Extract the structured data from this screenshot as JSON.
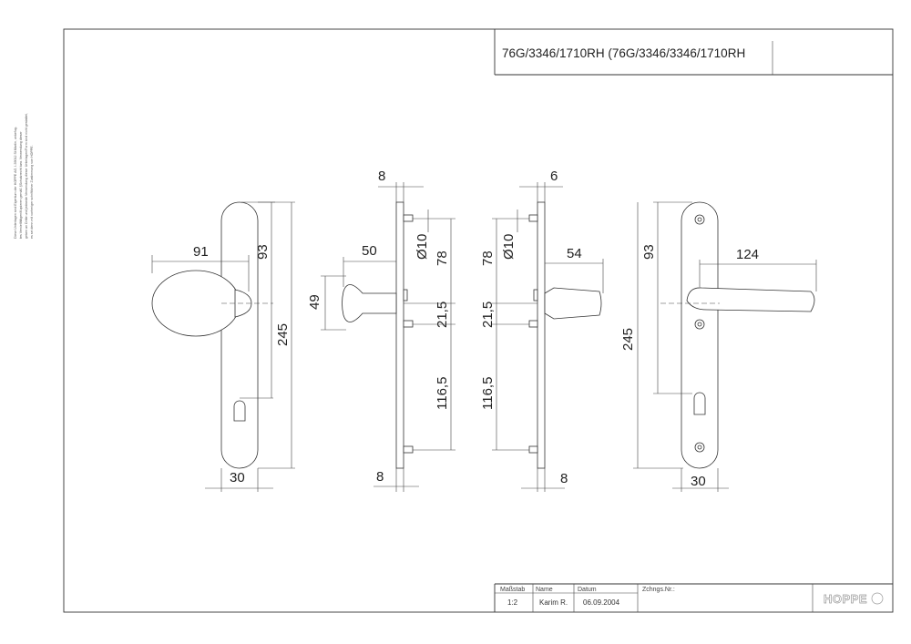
{
  "title": "76G/3346/1710RH (76G/3346/3346/1710RH",
  "side_note": [
    "Diese Unterlagen sind Eigentum der HOPPE AG, I-39012 St.Martin, unbefug-",
    "tes Vervielfältigen/Kopieren gemäß §Schutzrecht bzw. Verwendung dieser",
    "geben an Dritte und jedwede Verwendung dieser Unterlagen/Form sind nicht gestattet,",
    "es sei denn mit vorheriger schriftlicher Zustimmung von HOPPE."
  ],
  "dimensions": {
    "d91": "91",
    "d93l": "93",
    "d245l": "245",
    "d30l": "30",
    "d50": "50",
    "d49": "49",
    "d8top": "8",
    "d8botl": "8",
    "d10l": "Ø10",
    "d78l": "78",
    "d215l": "21,5",
    "d1165l": "116,5",
    "d78r": "78",
    "d10r": "Ø10",
    "d215r": "21,5",
    "d1165r": "116,5",
    "d6": "6",
    "d54": "54",
    "d8botr": "8",
    "d93r": "93",
    "d124": "124",
    "d245r": "245",
    "d30r": "30"
  },
  "title_block": {
    "scale_label": "Maßstab",
    "scale_value": "1:2",
    "name_label": "Name",
    "name_value": "Karim R.",
    "date_label": "Datum",
    "date_value": "06.09.2004",
    "drawing_no_label": "Zchngs.Nr.:",
    "logo": "HOPPE"
  }
}
